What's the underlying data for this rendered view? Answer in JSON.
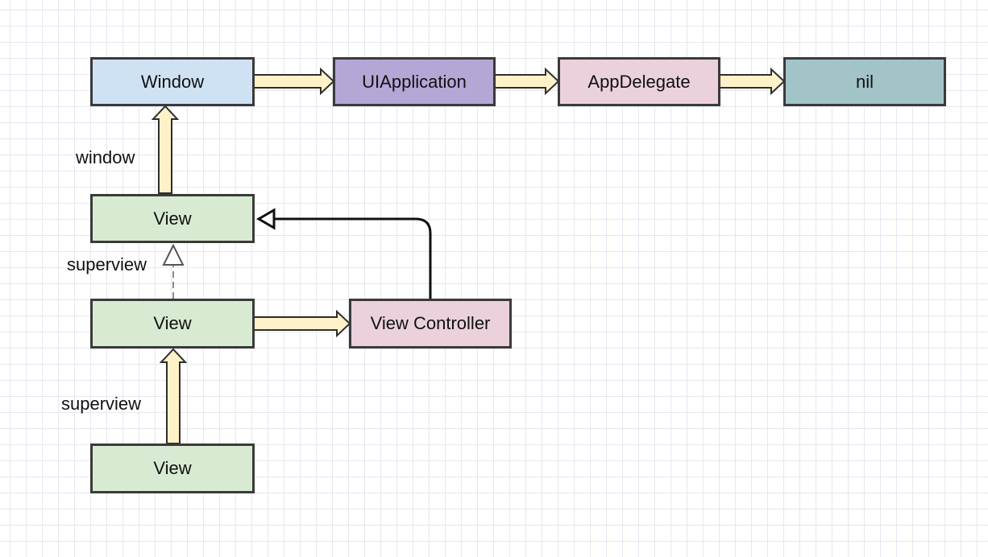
{
  "nodes": {
    "window": {
      "label": "Window",
      "color": "#cfe2f3"
    },
    "uiapplication": {
      "label": "UIApplication",
      "color": "#b4a7d6"
    },
    "appdelegate": {
      "label": "AppDelegate",
      "color": "#ead1dc"
    },
    "nil": {
      "label": "nil",
      "color": "#a2c4c9"
    },
    "view_top": {
      "label": "View",
      "color": "#d9ead3"
    },
    "view_mid": {
      "label": "View",
      "color": "#d9ead3"
    },
    "view_controller": {
      "label": "View Controller",
      "color": "#ead1dc"
    },
    "view_bottom": {
      "label": "View",
      "color": "#d9ead3"
    }
  },
  "edge_labels": {
    "window": "window",
    "superview_dashed": "superview",
    "superview_bottom": "superview"
  },
  "colors": {
    "arrow_fill": "#fff2c8",
    "border": "#3a3a3a",
    "grid": "#e6e6f0"
  }
}
